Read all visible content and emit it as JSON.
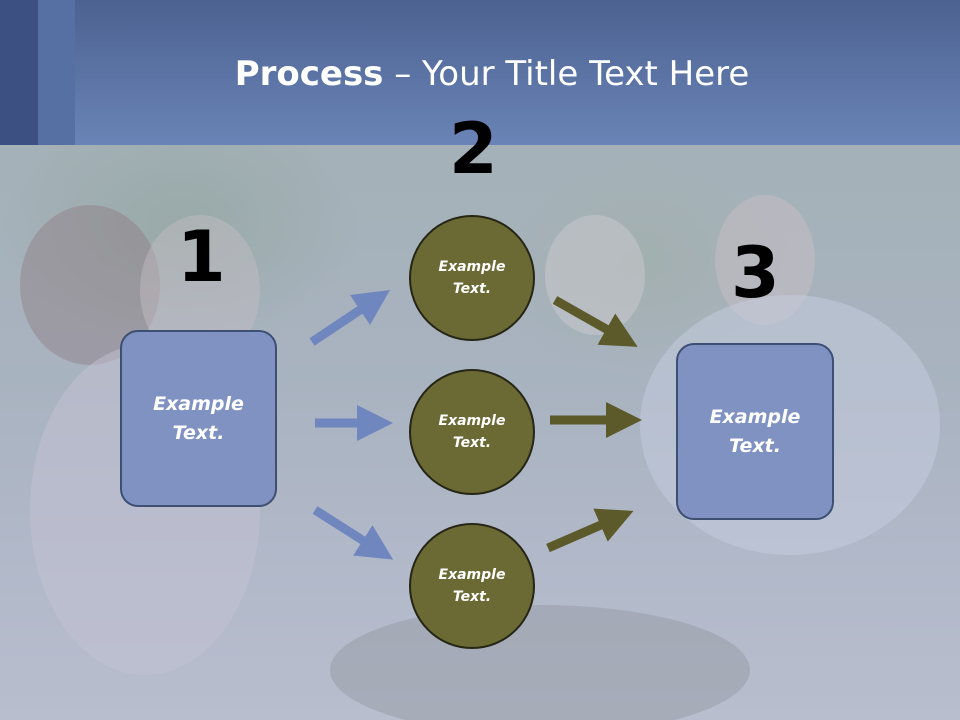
{
  "slide": {
    "title_bold": "Process",
    "title_rest": " – Your Title Text Here"
  },
  "steps": {
    "step1_number": "1",
    "step2_number": "2",
    "step3_number": "3"
  },
  "boxes": {
    "left": {
      "line1": "Example",
      "line2": "Text."
    },
    "right": {
      "line1": "Example",
      "line2": "Text."
    }
  },
  "circles": [
    {
      "line1": "Example",
      "line2": "Text."
    },
    {
      "line1": "Example",
      "line2": "Text."
    },
    {
      "line1": "Example",
      "line2": "Text."
    }
  ],
  "colors": {
    "header": "#6a84b7",
    "box_fill": "#7f92c1",
    "circle_fill": "#6b6a34",
    "arrow_blue": "#6f86bf",
    "arrow_olive": "#5c5a2a"
  }
}
